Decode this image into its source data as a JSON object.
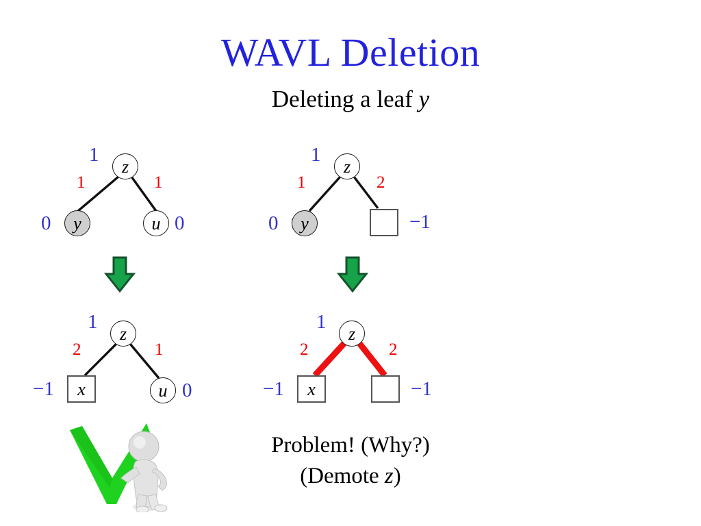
{
  "slide": {
    "title": "WAVL Deletion",
    "subtitle_prefix": "Deleting a leaf ",
    "subtitle_var": "y",
    "title_color": "#2222dd",
    "rank_color": "#3333cc",
    "edge_label_color": "#ee0000",
    "arrow_color": "#1ea34a",
    "check_color": "#22cc22",
    "filled_node_color": "#cfcfcf"
  },
  "trees": {
    "top_left": {
      "name": "before-left-case",
      "root": {
        "label": "z",
        "rank": "1",
        "shape": "circle",
        "fill": "white"
      },
      "left_child": {
        "label": "y",
        "rank": "0",
        "shape": "circle",
        "fill": "gray"
      },
      "right_child": {
        "label": "u",
        "rank": "0",
        "shape": "circle",
        "fill": "white"
      },
      "left_edge_label": "1",
      "right_edge_label": "1",
      "edge_style": "black"
    },
    "top_right": {
      "name": "before-right-case",
      "root": {
        "label": "z",
        "rank": "1",
        "shape": "circle",
        "fill": "white"
      },
      "left_child": {
        "label": "y",
        "rank": "0",
        "shape": "circle",
        "fill": "gray"
      },
      "right_child": {
        "label": "",
        "rank": "−1",
        "shape": "square",
        "fill": "white"
      },
      "left_edge_label": "1",
      "right_edge_label": "2",
      "edge_style": "black"
    },
    "bottom_left": {
      "name": "after-left-case",
      "root": {
        "label": "z",
        "rank": "1",
        "shape": "circle",
        "fill": "white"
      },
      "left_child": {
        "label": "x",
        "rank": "−1",
        "shape": "square",
        "fill": "white"
      },
      "right_child": {
        "label": "u",
        "rank": "0",
        "shape": "circle",
        "fill": "white"
      },
      "left_edge_label": "2",
      "right_edge_label": "1",
      "edge_style": "black"
    },
    "bottom_right": {
      "name": "after-right-case",
      "root": {
        "label": "z",
        "rank": "1",
        "shape": "circle",
        "fill": "white"
      },
      "left_child": {
        "label": "x",
        "rank": "−1",
        "shape": "square",
        "fill": "white"
      },
      "right_child": {
        "label": "",
        "rank": "−1",
        "shape": "square",
        "fill": "white"
      },
      "left_edge_label": "2",
      "right_edge_label": "2",
      "edge_style": "red-thick"
    }
  },
  "caption": {
    "line1": "Problem! (Why?)",
    "line2_prefix": "(Demote ",
    "line2_var": "z",
    "line2_suffix": ")"
  },
  "icons": {
    "arrow_left": "down-arrow-icon",
    "arrow_right": "down-arrow-icon",
    "check": "green-checkmark-icon"
  }
}
